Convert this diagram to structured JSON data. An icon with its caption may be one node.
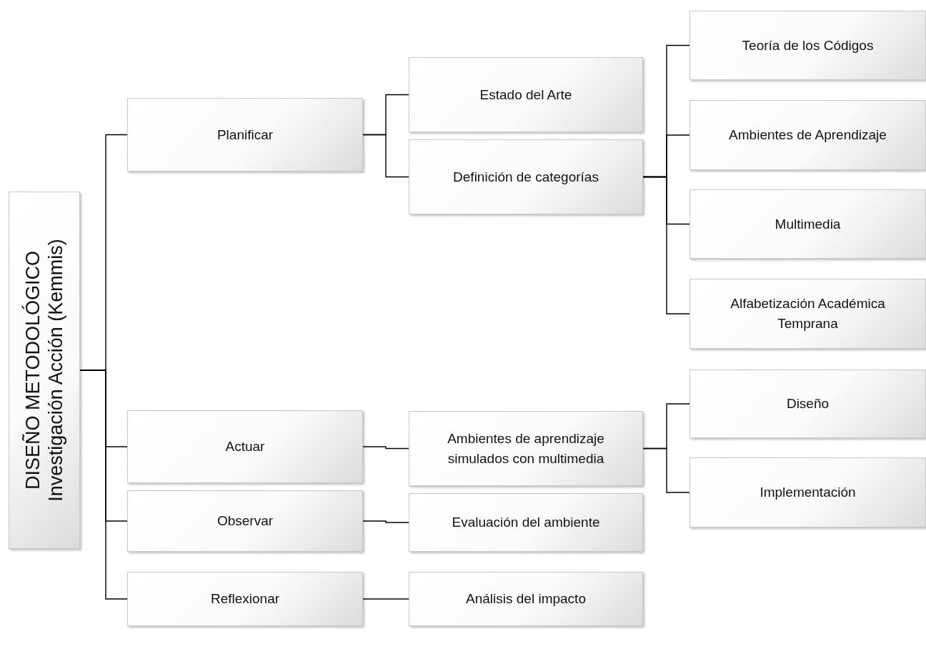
{
  "diagram": {
    "nodes": [
      {
        "text": [
          "DISEÑO METODOLÓGICO",
          "Investigación Acción (Kemmis)"
        ]
      },
      {
        "text": [
          "Planificar"
        ]
      },
      {
        "text": [
          "Actuar"
        ]
      },
      {
        "text": [
          "Observar"
        ]
      },
      {
        "text": [
          "Reflexionar"
        ]
      },
      {
        "text": [
          "Estado del Arte"
        ]
      },
      {
        "text": [
          "Definición de categorías"
        ]
      },
      {
        "text": [
          "Teoría de los Códigos"
        ]
      },
      {
        "text": [
          "Ambientes de Aprendizaje"
        ]
      },
      {
        "text": [
          "Multimedia"
        ]
      },
      {
        "text": [
          "Alfabetización Académica Temprana"
        ]
      },
      {
        "text": [
          "Ambientes de aprendizaje simulados con multimedia"
        ]
      },
      {
        "text": [
          "Diseño"
        ]
      },
      {
        "text": [
          "Implementación"
        ]
      },
      {
        "text": [
          "Evaluación del  ambiente"
        ]
      },
      {
        "text": [
          "Análisis del impacto"
        ]
      }
    ],
    "edges": [
      {
        "from": 0,
        "to": 1,
        "arrow": "none"
      },
      {
        "from": 0,
        "to": 2,
        "arrow": "none"
      },
      {
        "from": 0,
        "to": 3,
        "arrow": "none"
      },
      {
        "from": 0,
        "to": 4,
        "arrow": "none"
      },
      {
        "from": 1,
        "to": 5,
        "arrow": "none"
      },
      {
        "from": 1,
        "to": 6,
        "arrow": "none"
      },
      {
        "from": 6,
        "to": 7,
        "arrow": "none"
      },
      {
        "from": 6,
        "to": 8,
        "arrow": "none"
      },
      {
        "from": 6,
        "to": 9,
        "arrow": "none"
      },
      {
        "from": 6,
        "to": 10,
        "arrow": "none"
      },
      {
        "from": 2,
        "to": 11,
        "arrow": "none"
      },
      {
        "from": 11,
        "to": 12,
        "arrow": "none"
      },
      {
        "from": 11,
        "to": 13,
        "arrow": "none"
      },
      {
        "from": 3,
        "to": 14,
        "arrow": "none"
      },
      {
        "from": 4,
        "to": 15,
        "arrow": "none"
      }
    ]
  }
}
